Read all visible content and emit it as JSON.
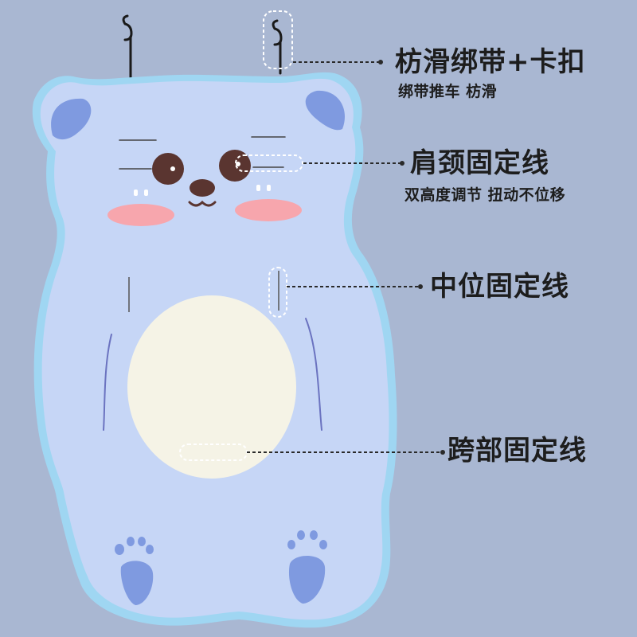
{
  "background_color": "#a9b7d2",
  "product": {
    "mat_color": "#c6d6f6",
    "edge_color": "#9fd6f2",
    "belly_color": "#f5f3e6",
    "ear_color": "#7f9ae0",
    "cheek_color": "#f7a6ad",
    "eye_color": "#5a3530",
    "paw_color": "#7f9ae0"
  },
  "callouts": [
    {
      "title": "枋滑绑带+卡扣",
      "subtitle": "绑带推车 枋滑"
    },
    {
      "title": "肩颈固定线",
      "subtitle": "双高度调节 扭动不位移"
    },
    {
      "title": "中位固定线"
    },
    {
      "title": "跨部固定线"
    }
  ],
  "icons": [
    "hook-icon",
    "hook-icon"
  ]
}
